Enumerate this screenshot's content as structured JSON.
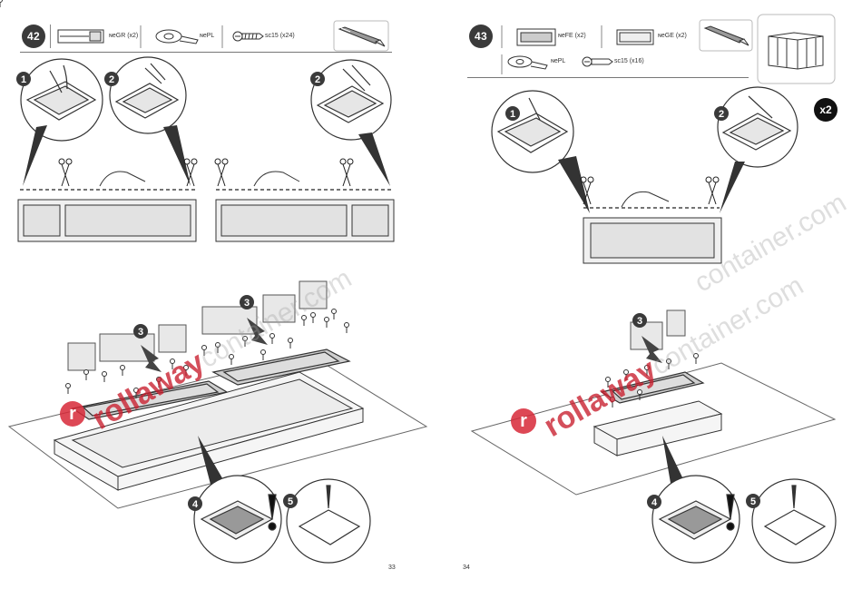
{
  "pages": [
    {
      "step": "42",
      "parts": [
        {
          "code": "ɴeGR (x2)",
          "icon": "glazing-strip-icon"
        },
        {
          "code": "ɴePL",
          "icon": "tape-roll-icon"
        },
        {
          "code": "sc15 (x24)",
          "icon": "screw-icon"
        }
      ],
      "tool": "utility-knife-icon",
      "callouts": [
        "1",
        "2",
        "2",
        "3",
        "3",
        "4",
        "5"
      ],
      "page_number": "33"
    },
    {
      "step": "43",
      "parts": [
        {
          "code": "ɴeFE (x2)",
          "icon": "window-frame-icon"
        },
        {
          "code": "ɴeGE (x2)",
          "icon": "glazing-panel-icon"
        },
        {
          "code": "ɴePL",
          "icon": "tape-roll-icon"
        },
        {
          "code": "sc15 (x16)",
          "icon": "screw-icon"
        }
      ],
      "tool": "utility-knife-icon",
      "multiplier": "x2",
      "callouts": [
        "1",
        "2",
        "3",
        "4",
        "5"
      ],
      "page_number": "34"
    }
  ],
  "watermark": {
    "brand": "rollaway",
    "rest": "container.com",
    "logo_letter": "r"
  },
  "colors": {
    "badge": "#3a3a3a",
    "watermark_red": "#d22a37",
    "line": "#333333"
  }
}
